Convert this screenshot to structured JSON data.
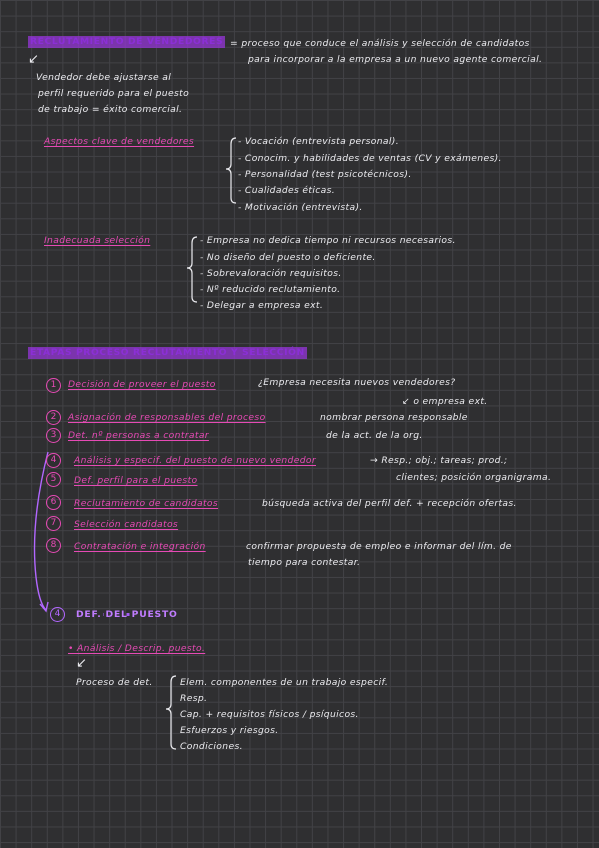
{
  "top": {
    "heading": "RECLUTAMIENTO DE VENDEDORES",
    "definition_l1": "= proceso que conduce el análisis y selección de candidatos",
    "definition_l2": "para incorporar a la empresa a un nuevo agente comercial.",
    "arrow": "↙",
    "vendor_l1": "Vendedor debe ajustarse al",
    "vendor_l2": "perfil requerido para el puesto",
    "vendor_l3": "de trabajo = éxito comercial."
  },
  "aspects": {
    "heading": "Aspectos clave de vendedores",
    "items": [
      "- Vocación (entrevista personal).",
      "- Conocim. y habilidades de ventas (CV y exámenes).",
      "- Personalidad (test psicotécnicos).",
      "- Cualidades éticas.",
      "- Motivación (entrevista)."
    ]
  },
  "inadequate": {
    "heading": "Inadecuada selección",
    "items": [
      "- Empresa no dedica tiempo ni recursos necesarios.",
      "- No diseño del puesto o deficiente.",
      "- Sobrevaloración requisitos.",
      "- Nº reducido reclutamiento.",
      "- Delegar a empresa ext."
    ]
  },
  "stages": {
    "heading": "ETAPAS PROCESO RECLUTAMIENTO Y SELECCIÓN",
    "items": [
      {
        "num": "1",
        "label": "Decisión de proveer el puesto",
        "note": "¿Empresa necesita nuevos vendedores?"
      },
      {
        "num": "2",
        "label": "Asignación de responsables del proceso",
        "note": "nombrar persona responsable"
      },
      {
        "num": "3",
        "label": "Det. nº personas a contratar",
        "note": "de la act. de la org."
      },
      {
        "num": "4",
        "label": "Análisis y especif. del puesto de nuevo vendedor",
        "note": "→ Resp.; obj.; tareas; prod.;"
      },
      {
        "num": "5",
        "label": "Def. perfil para el puesto",
        "note": "clientes; posición organigrama."
      },
      {
        "num": "6",
        "label": "Reclutamiento de candidatos",
        "note": "búsqueda activa del perfil def. + recepción ofertas."
      },
      {
        "num": "7",
        "label": "Selección candidatos",
        "note": ""
      },
      {
        "num": "8",
        "label": "Contratación e integración",
        "note": "confirmar propuesta de empleo e informar del lím. de"
      }
    ],
    "note_ext": "↙ o empresa ext.",
    "note_8b": "tiempo para contestar."
  },
  "definition": {
    "num": "4",
    "heading": "DEF. DEL PUESTO",
    "bullet": "• Análisis / Descrip. puesto.",
    "arrow": "↙",
    "process_label": "Proceso de det.",
    "items": [
      "Elem. componentes de un trabajo especif.",
      "Resp.",
      "Cap. + requisitos físicos / psíquicos.",
      "Esfuerzos y riesgos.",
      "Condiciones."
    ]
  },
  "colors": {
    "background": "#2f2f31",
    "grid": "#424246",
    "pink": "#e64ab5",
    "purple": "#b267ff",
    "highlight": "#9637d7"
  }
}
